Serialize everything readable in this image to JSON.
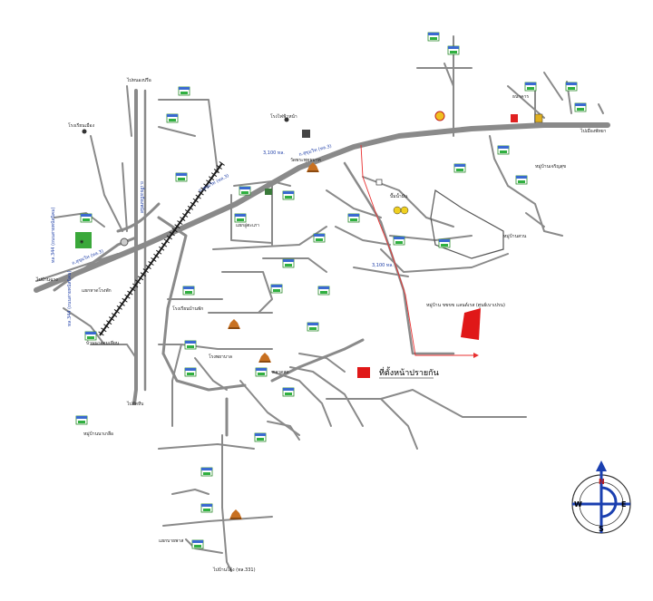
{
  "legend": {
    "label": "ที่ตั้งหน้าปรายกัน",
    "swatch_color": "#e01818"
  },
  "project_label": "หมู่บ้าน ขขขข แลนด์เรส (ศูนย์เบาเปรน)",
  "compass": {
    "north": "N",
    "south": "S",
    "east": "E",
    "west": "W",
    "arrow_color": "#1a3fb0"
  },
  "road_labels": {
    "highway_main": "ถ.สุขุมวิท (ทล.3)",
    "highway_right": "ถ.สุขุมวิท (ทล.3)",
    "road_west": "ทล.344 (ถนนสายพนัสนิคม)",
    "road_south_west": "ทล.344 (ถนนสายพนัสนิคม)",
    "road_vertical": "ถ.เลี่ยงเมืองพนัส",
    "road_3100": "3,100 ทล.",
    "road_3100b": "3,100 ทล."
  },
  "places": [
    "แยกอู่ตะเภา",
    "โรงไฟฟ้าหน้า",
    "ไปหนองปรือ",
    "ไปเมืองพัทยา",
    "โรงเรียนเมือง",
    "วัดพระพุทธบาท",
    "บ้านนาจอมเทียน",
    "โรงเรียนบ้านพัก",
    "แยกหาดโรงพัก",
    "หมู่บ้านสวน",
    "ตลาดสด",
    "ปั๊มน้ำมัน",
    "ธนาคาร",
    "โรงพยาบาล",
    "ไปสัตหีบ",
    "ไปบ้านฉาง",
    "ไปบ้านโค้ง (ทล.331)",
    "หมู่บ้านนาเกลือ",
    "หมู่บ้านเจริญสุข",
    "แยกบายพาส"
  ]
}
